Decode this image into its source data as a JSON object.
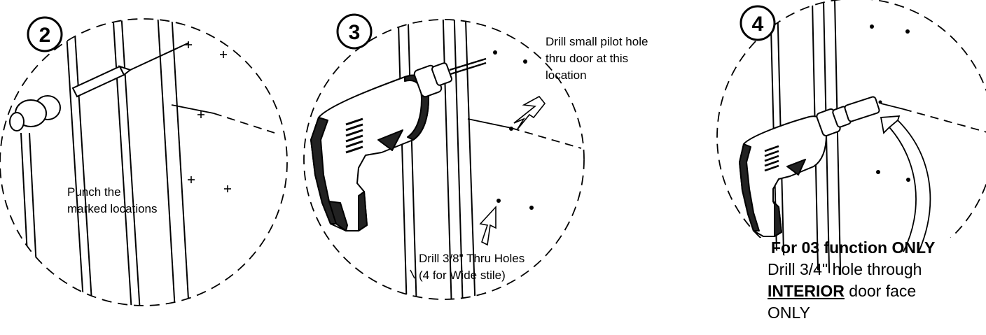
{
  "steps": {
    "step2": {
      "number": "2",
      "caption": [
        "Punch the",
        "marked locations"
      ]
    },
    "step3": {
      "number": "3",
      "pilot_note": [
        "Drill small pilot hole",
        "thru door at this",
        "location"
      ],
      "thru_note": [
        "Drill 3/8\" Thru Holes",
        "(4 for Wide stile)"
      ]
    },
    "step4": {
      "number": "4",
      "heading": "For 03 function ONLY",
      "line1": "Drill 3/4\" hole through",
      "emphasis": "INTERIOR",
      "line2_rest": " door face",
      "line3": "ONLY"
    }
  }
}
